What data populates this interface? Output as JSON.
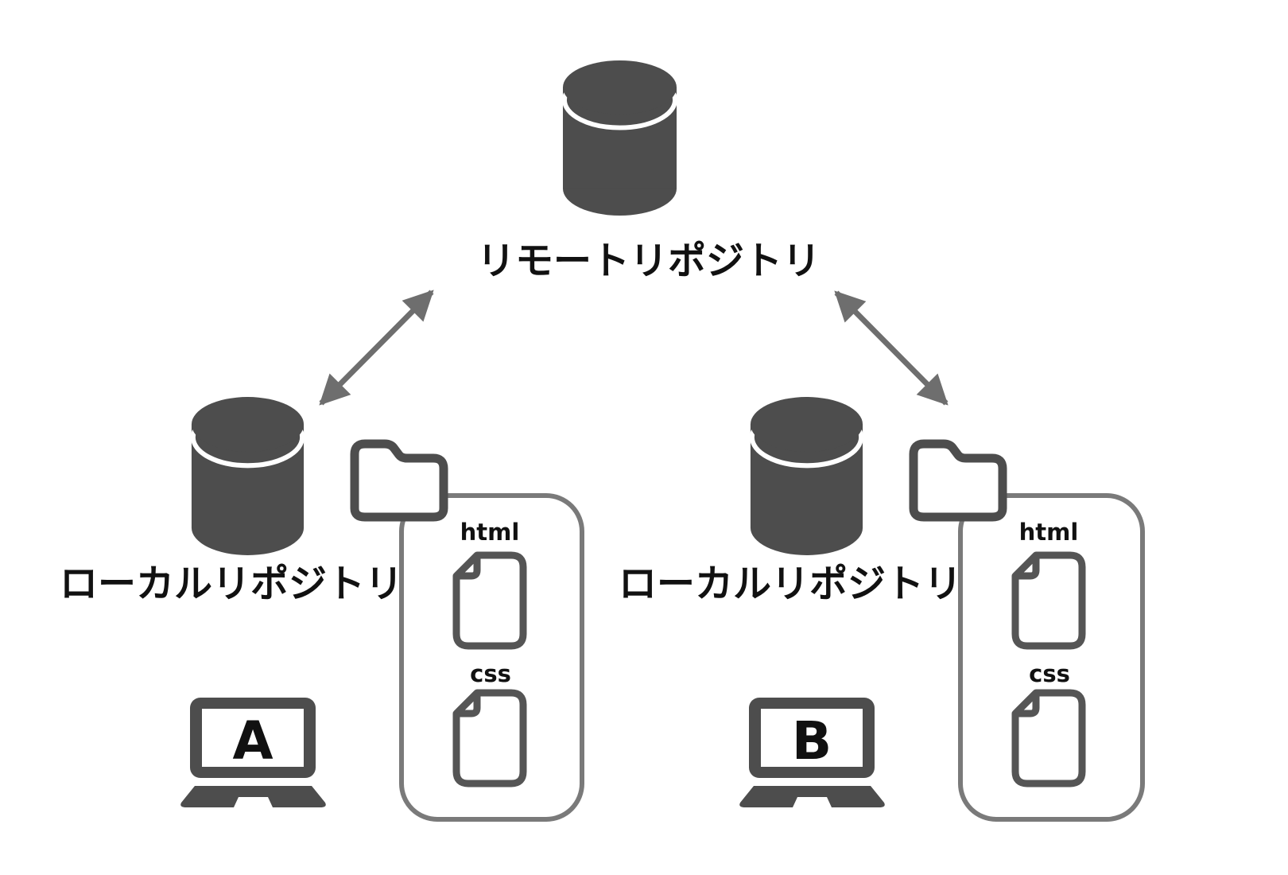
{
  "diagram": {
    "background": "#ffffff",
    "remote": {
      "label": "リモートリポジトリ",
      "icon": "database"
    },
    "locals": [
      {
        "label": "ローカルリポジトリ",
        "machine_label": "A",
        "icon": "database",
        "files": [
          "html",
          "css"
        ]
      },
      {
        "label": "ローカルリポジトリ",
        "machine_label": "B",
        "icon": "database",
        "files": [
          "html",
          "css"
        ]
      }
    ],
    "connections": [
      {
        "from": "remote",
        "to": "local-A",
        "style": "double-headed-arrow"
      },
      {
        "from": "remote",
        "to": "local-B",
        "style": "double-headed-arrow"
      }
    ],
    "colors": {
      "shape": "#4d4d4d",
      "file_outline": "#555555",
      "box_outline": "#7a7a7a",
      "arrow": "#6e6e6e",
      "label_text": "#111111"
    }
  }
}
